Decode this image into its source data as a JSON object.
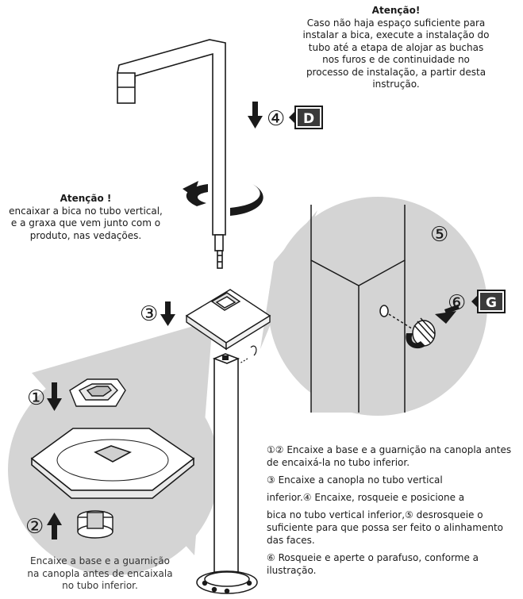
{
  "note_top": {
    "title": "Atenção!",
    "lines": [
      "Caso não haja espaço suficiente para",
      "instalar a bica, execute a instalação do",
      "tubo até a etapa de alojar as buchas",
      "nos furos e de continuidade no",
      "processo de instalação, a partir desta",
      "instrução."
    ]
  },
  "note_left": {
    "title": "Atenção !",
    "lines": [
      "encaixar a bica no tubo vertical,",
      "e a graxa que vem junto com o",
      "produto, nas vedações."
    ]
  },
  "note_bottom": {
    "lines": [
      "Encaixe a base e a guarnição",
      "na canopla antes de encaixala",
      "no tubo inferior."
    ]
  },
  "callouts": {
    "step1": "①",
    "step2": "②",
    "step3": "③",
    "step4": "④",
    "step5": "⑤",
    "step6": "⑥",
    "tag_d": "D",
    "tag_g": "G"
  },
  "instructions": [
    "①② Encaixe a base e a guarnição na canopla antes de encaixá-la no tubo inferior.",
    "③ Encaixe a canopla no tubo vertical",
    "inferior.④ Encaixe, rosqueie e posicione a",
    "bica no tubo vertical inferior,⑤ desrosqueie o suficiente para que possa ser feito o alinhamento das faces.",
    "⑥ Rosqueie e aperte o parafuso, conforme a ilustração."
  ],
  "colors": {
    "line": "#1a1a1a",
    "detail_circle": "#d4d4d4",
    "tag_bg": "#3a3a3a"
  }
}
